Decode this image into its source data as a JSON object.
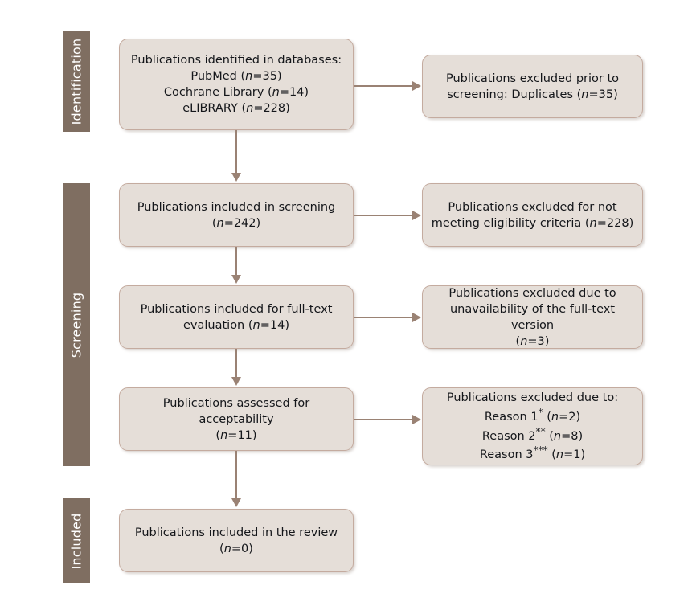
{
  "diagram": {
    "title": "PRISMA flow diagram",
    "background_color": "#ffffff",
    "band_color": "#7f6e61",
    "band_text_color": "#ffffff",
    "box_fill_color": "#e5ded8",
    "box_border_color": "#c4ab9f",
    "connector_color": "#9a8274",
    "text_color": "#14161a"
  },
  "bands": [
    {
      "id": "identification",
      "label": "Identification"
    },
    {
      "id": "screening",
      "label": "Screening"
    },
    {
      "id": "included",
      "label": "Included"
    }
  ],
  "main_boxes": [
    {
      "id": "identified",
      "lines": [
        "Publications identified in databases:",
        "PubMed (n=35)",
        "Cochrane Library (n=14)",
        "eLIBRARY (n=228)"
      ]
    },
    {
      "id": "screening-included",
      "lines": [
        "Publications included in screening",
        "(n=242)"
      ]
    },
    {
      "id": "fulltext-included",
      "lines": [
        "Publications included for full-text",
        "evaluation (n=14)"
      ]
    },
    {
      "id": "acceptability-assessed",
      "lines": [
        "Publications assessed for acceptability",
        "(n=11)"
      ]
    },
    {
      "id": "review-included",
      "lines": [
        "Publications included in the review",
        "(n=0)"
      ]
    }
  ],
  "exclusion_boxes": [
    {
      "id": "excluded-duplicates",
      "lines": [
        "Publications excluded prior to",
        "screening: Duplicates (n=35)"
      ]
    },
    {
      "id": "excluded-eligibility",
      "lines": [
        "Publications excluded for not",
        "meeting eligibility criteria (n=228)"
      ]
    },
    {
      "id": "excluded-unavailable",
      "lines": [
        "Publications excluded due to",
        "unavailability of the full-text version",
        "(n=3)"
      ]
    },
    {
      "id": "excluded-reasons",
      "lines": [
        "Publications excluded due to:",
        "Reason 1* (n=2)",
        "Reason 2** (n=8)",
        "Reason 3*** (n=1)"
      ]
    }
  ],
  "counts": {
    "pubmed": 35,
    "cochrane_library": 14,
    "elibrary": 228,
    "duplicates_excluded": 35,
    "included_in_screening": 242,
    "excluded_not_eligible": 228,
    "included_fulltext": 14,
    "excluded_unavailable_fulltext": 3,
    "assessed_acceptability": 11,
    "excluded_reason_1": 2,
    "excluded_reason_2": 8,
    "excluded_reason_3": 1,
    "included_in_review": 0
  }
}
